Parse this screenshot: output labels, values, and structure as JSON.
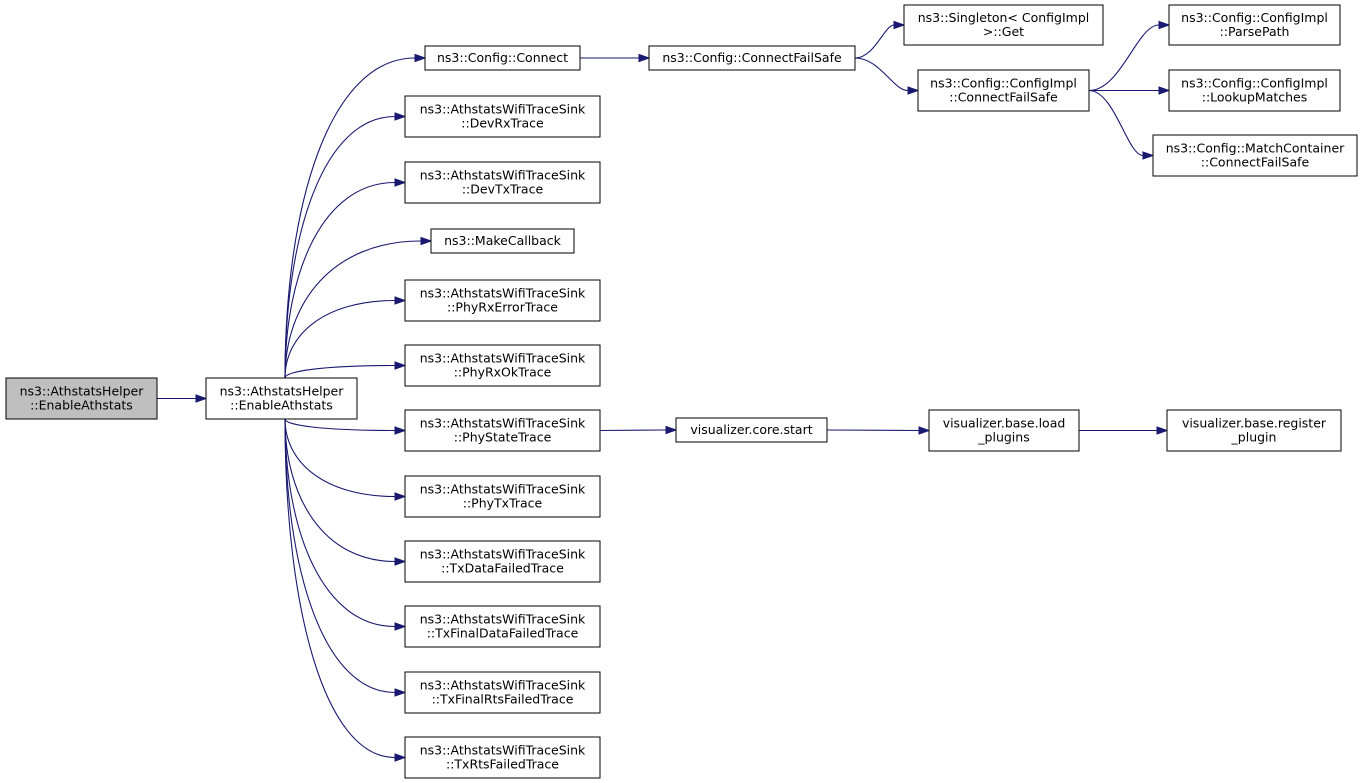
{
  "graph": {
    "edge_color": "#191970",
    "root_fill": "#bfbfbf",
    "nodes": [
      {
        "id": "root",
        "lines": [
          "ns3::AthstatsHelper",
          "::EnableAthstats"
        ]
      },
      {
        "id": "enable",
        "lines": [
          "ns3::AthstatsHelper",
          "::EnableAthstats"
        ]
      },
      {
        "id": "connect",
        "lines": [
          "ns3::Config::Connect"
        ]
      },
      {
        "id": "devrx",
        "lines": [
          "ns3::AthstatsWifiTraceSink",
          "::DevRxTrace"
        ]
      },
      {
        "id": "devtx",
        "lines": [
          "ns3::AthstatsWifiTraceSink",
          "::DevTxTrace"
        ]
      },
      {
        "id": "makecb",
        "lines": [
          "ns3::MakeCallback"
        ]
      },
      {
        "id": "phyrxerr",
        "lines": [
          "ns3::AthstatsWifiTraceSink",
          "::PhyRxErrorTrace"
        ]
      },
      {
        "id": "phyrxok",
        "lines": [
          "ns3::AthstatsWifiTraceSink",
          "::PhyRxOkTrace"
        ]
      },
      {
        "id": "phystate",
        "lines": [
          "ns3::AthstatsWifiTraceSink",
          "::PhyStateTrace"
        ]
      },
      {
        "id": "phytx",
        "lines": [
          "ns3::AthstatsWifiTraceSink",
          "::PhyTxTrace"
        ]
      },
      {
        "id": "txdata",
        "lines": [
          "ns3::AthstatsWifiTraceSink",
          "::TxDataFailedTrace"
        ]
      },
      {
        "id": "txfinaldata",
        "lines": [
          "ns3::AthstatsWifiTraceSink",
          "::TxFinalDataFailedTrace"
        ]
      },
      {
        "id": "txfinalrts",
        "lines": [
          "ns3::AthstatsWifiTraceSink",
          "::TxFinalRtsFailedTrace"
        ]
      },
      {
        "id": "txrts",
        "lines": [
          "ns3::AthstatsWifiTraceSink",
          "::TxRtsFailedTrace"
        ]
      },
      {
        "id": "connectfs",
        "lines": [
          "ns3::Config::ConnectFailSafe"
        ]
      },
      {
        "id": "singleton",
        "lines": [
          "ns3::Singleton< ConfigImpl",
          " >::Get"
        ]
      },
      {
        "id": "implcfs",
        "lines": [
          "ns3::Config::ConfigImpl",
          "::ConnectFailSafe"
        ]
      },
      {
        "id": "parsepath",
        "lines": [
          "ns3::Config::ConfigImpl",
          "::ParsePath"
        ]
      },
      {
        "id": "lookup",
        "lines": [
          "ns3::Config::ConfigImpl",
          "::LookupMatches"
        ]
      },
      {
        "id": "matchcont",
        "lines": [
          "ns3::Config::MatchContainer",
          "::ConnectFailSafe"
        ]
      },
      {
        "id": "vizstart",
        "lines": [
          "visualizer.core.start"
        ]
      },
      {
        "id": "vizload",
        "lines": [
          "visualizer.base.load",
          "_plugins"
        ]
      },
      {
        "id": "vizreg",
        "lines": [
          "visualizer.base.register",
          "_plugin"
        ]
      }
    ],
    "edges": [
      [
        "root",
        "enable"
      ],
      [
        "enable",
        "connect"
      ],
      [
        "enable",
        "devrx"
      ],
      [
        "enable",
        "devtx"
      ],
      [
        "enable",
        "makecb"
      ],
      [
        "enable",
        "phyrxerr"
      ],
      [
        "enable",
        "phyrxok"
      ],
      [
        "enable",
        "phystate"
      ],
      [
        "enable",
        "phytx"
      ],
      [
        "enable",
        "txdata"
      ],
      [
        "enable",
        "txfinaldata"
      ],
      [
        "enable",
        "txfinalrts"
      ],
      [
        "enable",
        "txrts"
      ],
      [
        "connect",
        "connectfs"
      ],
      [
        "connectfs",
        "singleton"
      ],
      [
        "connectfs",
        "implcfs"
      ],
      [
        "implcfs",
        "parsepath"
      ],
      [
        "implcfs",
        "lookup"
      ],
      [
        "implcfs",
        "matchcont"
      ],
      [
        "phystate",
        "vizstart"
      ],
      [
        "vizstart",
        "vizload"
      ],
      [
        "vizload",
        "vizreg"
      ]
    ]
  }
}
